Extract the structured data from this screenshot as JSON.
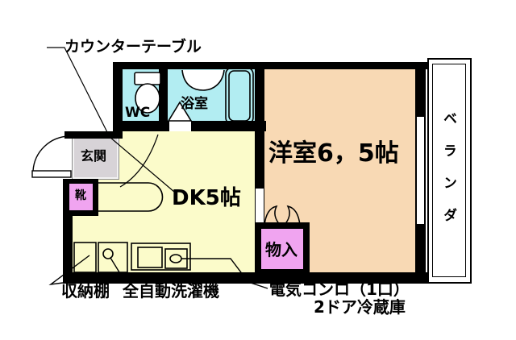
{
  "plan": {
    "type": "apartment-floor-plan",
    "labels": {
      "counter_table": "カウンターテーブル",
      "wc": "WC",
      "bath": "浴室",
      "western_room": "洋室6，5帖",
      "dining_kitchen": "DK5帖",
      "closet": "物入",
      "entrance": "玄関",
      "shoe_box": "靴",
      "veranda": "ベランダ",
      "storage_shelf": "収納棚",
      "washing_machine": "全自動洗濯機",
      "electric_stove": "電気コンロ（1口）",
      "refrigerator": "2ドア冷蔵庫"
    },
    "colors": {
      "wall": "#000000",
      "wet_area": "#b2edf2",
      "western_room": "#f8d9b4",
      "dining_kitchen": "#fbfbca",
      "closet_pink": "#f0a4f0",
      "entrance_gray": "#d7d3d7",
      "background": "#ffffff"
    }
  }
}
